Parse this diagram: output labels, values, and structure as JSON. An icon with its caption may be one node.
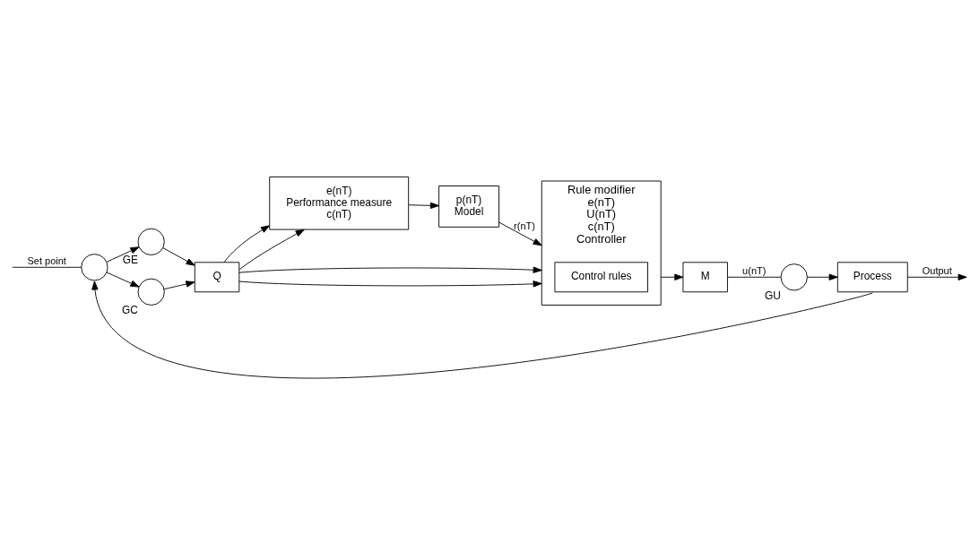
{
  "diagram": {
    "nodes": [
      {
        "text": [
          "e(nT)",
          "Performance measure",
          "c(nT)"
        ]
      },
      {
        "text": [
          "p(nT)",
          "Model"
        ]
      },
      {
        "text": [
          "Rule modifier",
          "e(nT)",
          "U(nT)",
          "c(nT)",
          "Controller"
        ]
      },
      {
        "text": [
          "Control rules"
        ],
        "in": 2
      },
      {
        "text": [],
        "shape": "circle"
      },
      {
        "text": [],
        "shape": "circle",
        "beside": [
          "GE"
        ]
      },
      {
        "text": [],
        "shape": "circle",
        "beside": [
          "GC"
        ]
      },
      {
        "text": [
          "Q"
        ]
      },
      {
        "text": [
          "M"
        ]
      },
      {
        "text": [],
        "shape": "circle",
        "beside": [
          "GU"
        ]
      },
      {
        "text": [
          "Process"
        ]
      }
    ],
    "edges": [
      {
        "from": null,
        "to": 4,
        "arrow": "none",
        "label": "Set point"
      },
      {
        "from": 4,
        "to": 5,
        "arrow": "to"
      },
      {
        "from": 4,
        "to": 6,
        "arrow": "to"
      },
      {
        "from": 5,
        "to": 7,
        "arrow": "to"
      },
      {
        "from": 6,
        "to": 7,
        "arrow": "to"
      },
      {
        "from": 7,
        "to": 0,
        "arrow": "to"
      },
      {
        "from": 7,
        "to": 0,
        "arrow": "to"
      },
      {
        "from": 7,
        "to": 2,
        "arrow": "to"
      },
      {
        "from": 7,
        "to": 2,
        "arrow": "to"
      },
      {
        "from": 0,
        "to": 1,
        "arrow": "to"
      },
      {
        "from": 1,
        "to": 2,
        "arrow": "to",
        "label": "r(nT)"
      },
      {
        "from": 2,
        "to": 8,
        "arrow": "to"
      },
      {
        "from": 8,
        "to": 9,
        "arrow": "none",
        "label": "u(nT)"
      },
      {
        "from": 9,
        "to": 10,
        "arrow": "to"
      },
      {
        "from": 10,
        "to": null,
        "arrow": "to",
        "label": "Output"
      },
      {
        "from": 10,
        "to": 4,
        "arrow": "to"
      }
    ]
  }
}
